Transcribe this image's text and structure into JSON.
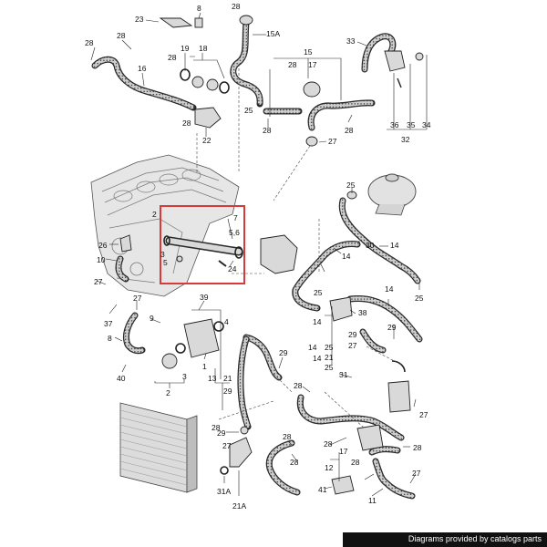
{
  "colors": {
    "hose_body": "#cfcfcf",
    "hose_dots": "#2a2a2a",
    "part_fill": "#d9d9d9",
    "engine_fill": "#e6e6e6",
    "radiator_fill": "#dcdcdc",
    "highlight_frame": "#d83a3a",
    "footer_bg": "#111111",
    "footer_text": "#ffffff"
  },
  "callouts": {
    "l23": "23",
    "l8_top": "8",
    "l28_a": "28",
    "l15a": "15A",
    "l28_b": "28",
    "l28_c": "28",
    "l19": "19",
    "l18": "18",
    "l16": "16",
    "l28_d": "28",
    "l15": "15",
    "l28_e": "28",
    "l17_top": "17",
    "l25_a": "25",
    "l28_f": "28",
    "l28_g": "28",
    "l28_h": "28",
    "l22": "22",
    "l27_a": "27",
    "l33": "33",
    "l36": "36",
    "l35": "35",
    "l34": "34",
    "l32": "32",
    "l25_b": "25",
    "l2_box": "2",
    "l7": "7",
    "l56": "5,6",
    "l3_box": "3",
    "l5_box": "5",
    "l24": "24",
    "l26": "26",
    "l10": "10",
    "l27_b": "27",
    "l27_c": "27",
    "l39": "39",
    "l37": "37",
    "l9": "9",
    "l4": "4",
    "l8_left": "8",
    "l40": "40",
    "l2_low": "2",
    "l3_low": "3",
    "l1": "1",
    "l30": "30",
    "l14_a": "14",
    "l14_b": "14",
    "l25_c": "25",
    "l25_d": "25",
    "l14_c": "14",
    "l38": "38",
    "l29_a": "29",
    "l14_d": "14",
    "l29_b": "29",
    "l27_d": "27",
    "l14_e": "14",
    "l25_e": "25",
    "l21_a": "21",
    "l14_f": "14",
    "l25_f": "25",
    "l31": "31",
    "l29_c": "29",
    "l28_i": "28",
    "l13": "13",
    "l21_b": "21",
    "l29_d": "29",
    "l27_e": "27",
    "l29_e": "29",
    "l28_j": "28",
    "l17_low": "17",
    "l28_k": "28",
    "l28_l": "28",
    "l12": "12",
    "l28_m": "28",
    "l27_f": "27",
    "l41": "41",
    "l11": "11",
    "l31a": "31A",
    "l21a": "21A",
    "l28_n": "28",
    "l28_o": "28",
    "l27_g": "27"
  },
  "footer": {
    "text": "Diagrams provided by catalogs parts"
  }
}
